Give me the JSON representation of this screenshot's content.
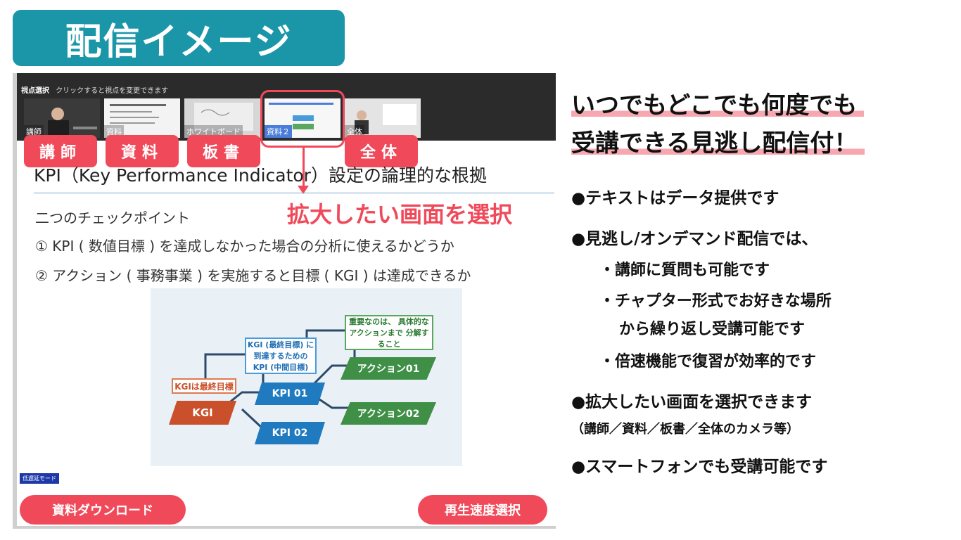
{
  "title": "配信イメージ",
  "player": {
    "viewpoint_label": "視点選択",
    "viewpoint_hint": "クリックすると視点を変更できます",
    "thumbnails": [
      "講師",
      "資料",
      "ホワイトボード",
      "資料２",
      "全体"
    ],
    "camera_tags": [
      "講師",
      "資料",
      "板書",
      "全体"
    ],
    "select_note": "拡大したい画面を選択",
    "slide": {
      "title": "KPI（Key Performance Indicator）設定の論理的な根拠",
      "lines": [
        "二つのチェックポイント",
        "① KPI ( 数値目標 ) を達成しなかった場合の分析に使えるかどうか",
        "② アクション ( 事務事業 ) を実施すると目標 ( KGI ) は達成できるか"
      ],
      "diagram": {
        "kgi": "KGI",
        "kgi_note": "KGIは最終目標",
        "kpi_note": "KGI (最終目標) に 到達するための KPI (中間目標)",
        "kpi1": "KPI 01",
        "kpi2": "KPI 02",
        "action1": "アクション01",
        "action2": "アクション02",
        "top_note": "重要なのは、 具体的なアクションまで 分解すること"
      }
    },
    "low_latency": "低遅延モード",
    "download_button": "資料ダウンロード",
    "speed_button": "再生速度選択"
  },
  "right": {
    "headline1": "いつでもどこでも何度でも",
    "headline2": "受講できる見逃し配信付！",
    "bullet1": "●テキストはデータ提供です",
    "bullet2": "●見逃し/オンデマンド配信では、",
    "sub1": "・講師に質問も可能です",
    "sub2a": "・チャプター形式でお好きな場所",
    "sub2b": "から繰り返し受講可能です",
    "sub3": "・倍速機能で復習が効率的です",
    "bullet3": "●拡大したい画面を選択できます",
    "bullet3_note": "（講師／資料／板書／全体のカメラ等）",
    "bullet4": "●スマートフォンでも受講可能です"
  },
  "colors": {
    "teal": "#1a96a8",
    "accent": "#f04a5a",
    "highlight": "#f7a7b0"
  }
}
